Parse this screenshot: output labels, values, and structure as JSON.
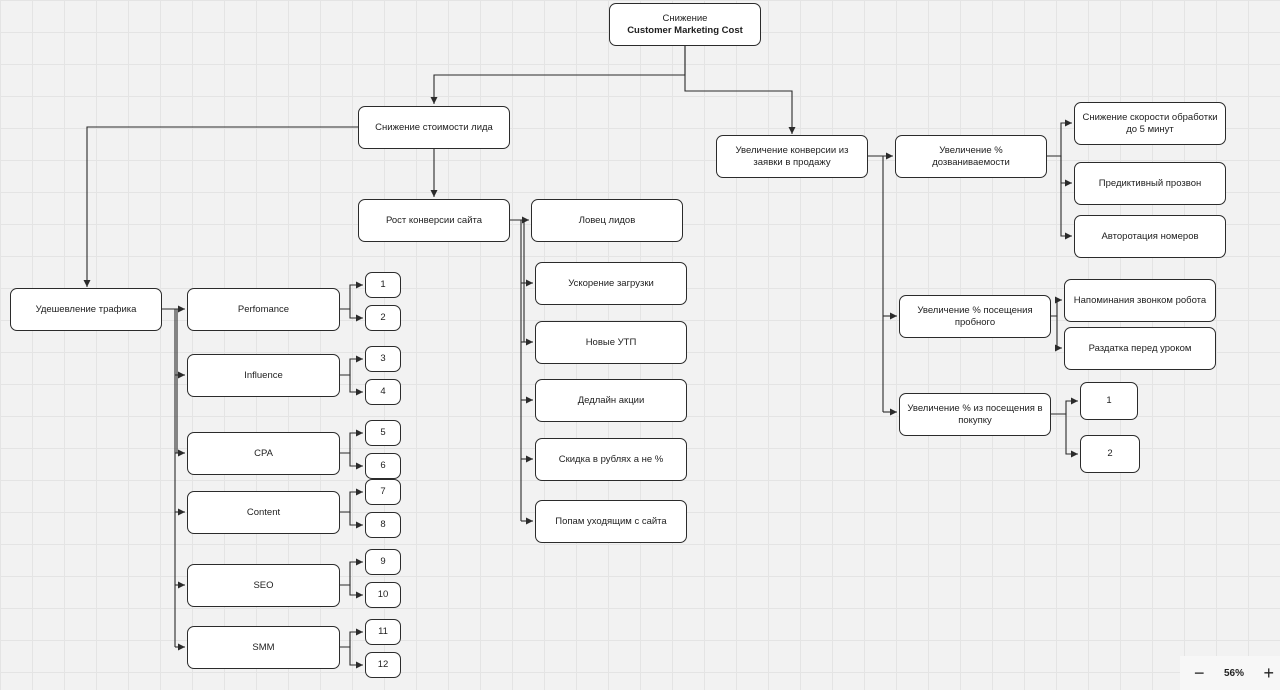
{
  "nodes": {
    "root_line1": "Снижение",
    "root_line2": "Customer Marketing Cost",
    "lead_cost": "Снижение стоимости лида",
    "conv_request": "Увеличение конверсии из заявки в продажу",
    "traffic": "Удешевление трафика",
    "site_conv": "Рост конверсии сайта",
    "lead_catcher": "Ловец лидов",
    "speedup": "Ускорение загрузки",
    "new_usp": "Новые УТП",
    "deadline": "Дедлайн акции",
    "discount": "Скидка в рублях а не %",
    "popup": "Попам уходящим с сайта",
    "performance": "Perfomance",
    "influence": "Influence",
    "cpa": "CPA",
    "content": "Content",
    "seo": "SEO",
    "smm": "SMM",
    "n1": "1",
    "n2": "2",
    "n3": "3",
    "n4": "4",
    "n5": "5",
    "n6": "6",
    "n7": "7",
    "n8": "8",
    "n9": "9",
    "n10": "10",
    "n11": "11",
    "n12": "12",
    "dial_rate": "Увеличение % дозваниваемости",
    "speed_5min": "Снижение скорости обработки до 5 минут",
    "predictive": "Предиктивный прозвон",
    "autorotation": "Авторотация номеров",
    "trial_visit": "Увеличение % посещения пробного",
    "robot_reminder": "Напоминания звонком робота",
    "handout": "Раздатка перед уроком",
    "visit_purchase": "Увеличение % из посещения в покупку",
    "p1": "1",
    "p2": "2"
  },
  "zoom": {
    "minus_label": "−",
    "level": "56%",
    "plus_label": "+"
  }
}
